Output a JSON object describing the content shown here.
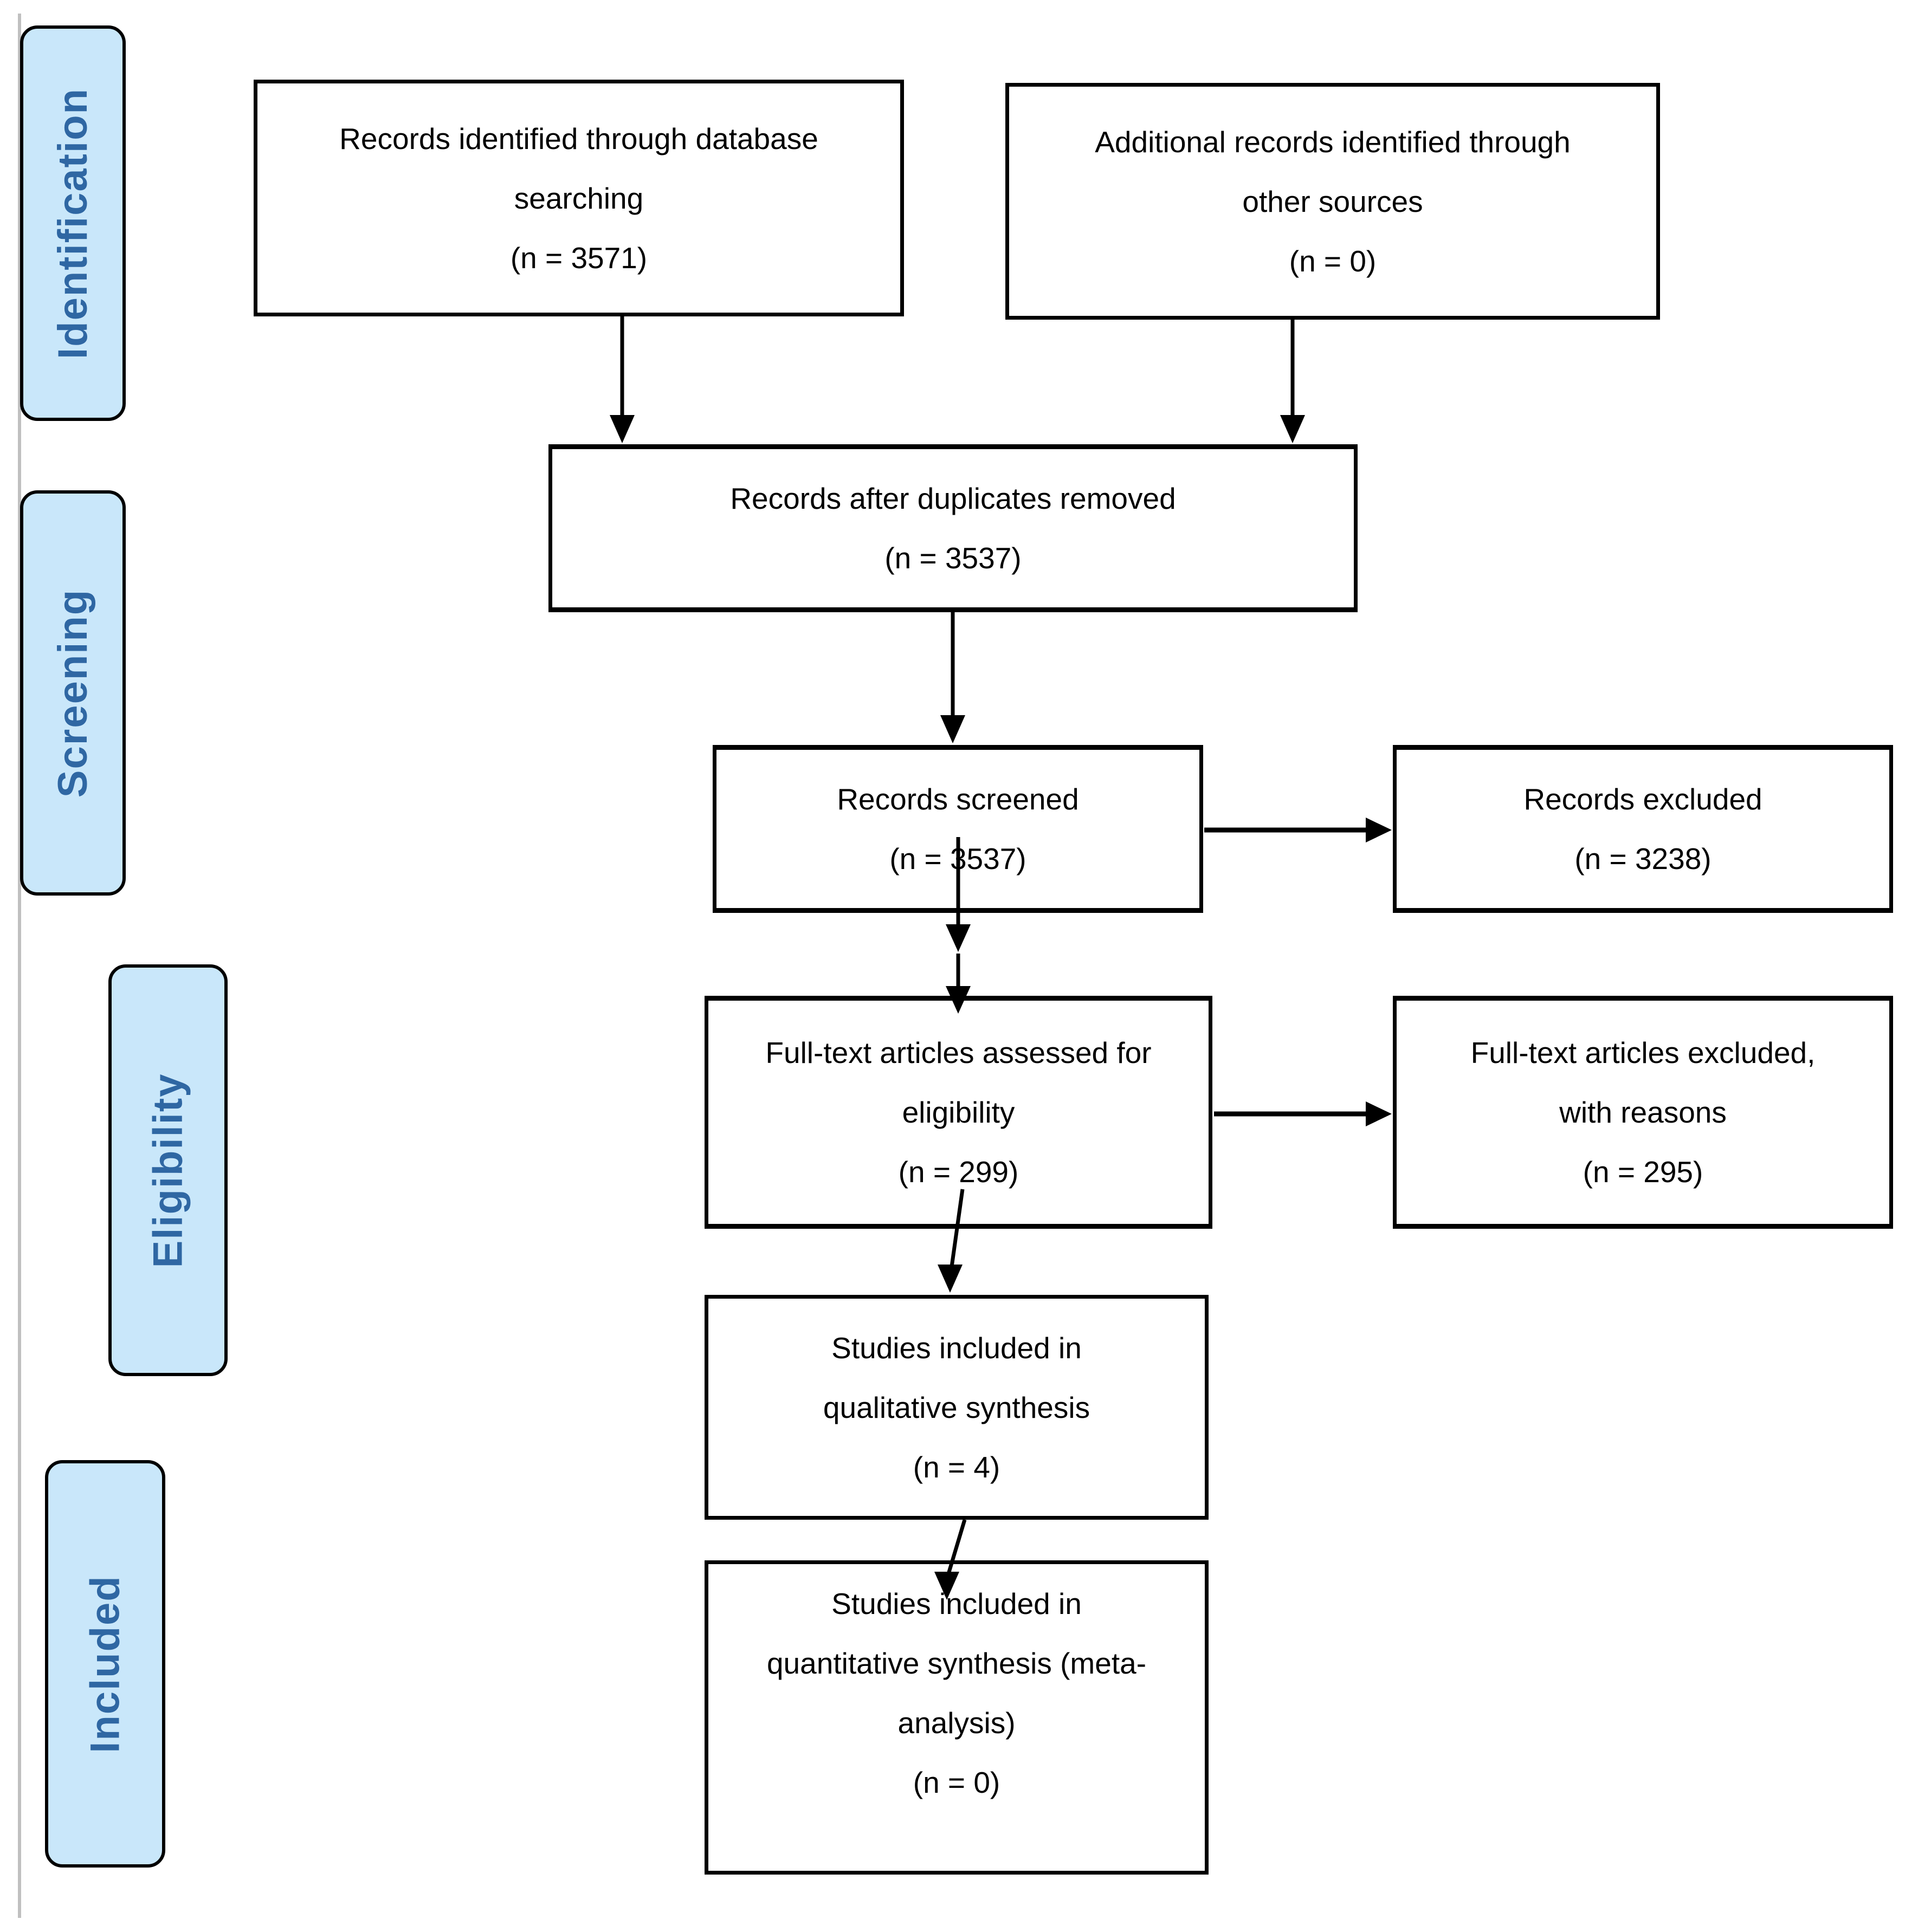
{
  "stages": {
    "identification": "Identification",
    "screening": "Screening",
    "eligibility": "Eligibility",
    "included": "Included"
  },
  "boxes": {
    "records_identified": {
      "line1": "Records identified through database",
      "line2": "searching",
      "line3": "(n = 3571)",
      "n": 3571
    },
    "additional_records": {
      "line1": "Additional records identified through",
      "line2": "other sources",
      "line3": "(n = 0)",
      "n": 0
    },
    "duplicates_removed": {
      "line1": "Records after duplicates removed",
      "line2": "(n = 3537)",
      "n": 3537
    },
    "records_screened": {
      "line1": "Records screened",
      "line2": "(n = 3537)",
      "n": 3537
    },
    "records_excluded": {
      "line1": "Records excluded",
      "line2": "(n = 3238)",
      "n": 3238
    },
    "fulltext_assessed": {
      "line1": "Full-text articles assessed for",
      "line2": "eligibility",
      "line3": "(n = 299)",
      "n": 299
    },
    "fulltext_excluded": {
      "line1": "Full-text articles excluded,",
      "line2": "with reasons",
      "line3": "(n = 295)",
      "n": 295
    },
    "qualitative_synthesis": {
      "line1": "Studies included in",
      "line2": "qualitative synthesis",
      "line3": "(n = 4)",
      "n": 4
    },
    "quantitative_synthesis": {
      "line1": "Studies included in",
      "line2": "quantitative synthesis (meta-",
      "line3": "analysis)",
      "line4": "(n = 0)",
      "n": 0
    }
  },
  "colors": {
    "background": "#FFFFFF",
    "stage_fill": "#C9E7FA",
    "stage_text": "#2F67A3",
    "stage_border": "#000000",
    "box_border": "#000000",
    "box_text": "#000000",
    "arrow": "#000000",
    "rail": "#C0C0C0"
  }
}
